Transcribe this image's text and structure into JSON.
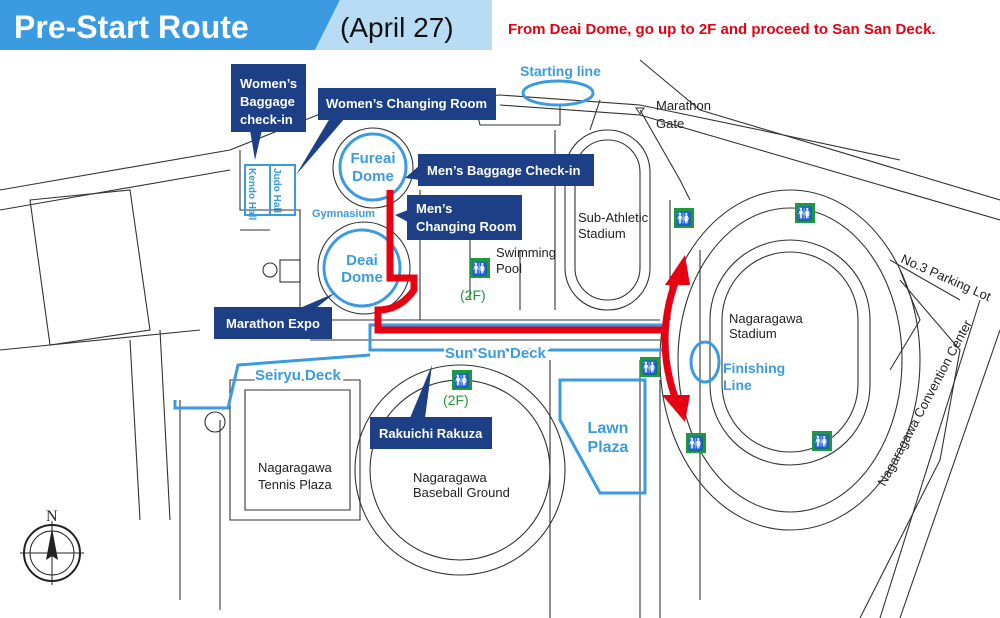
{
  "header": {
    "title": "Pre-Start Route",
    "date": "(April 27)",
    "instruction": "From Deai Dome, go up to 2F and proceed to San San Deck."
  },
  "labels": {
    "starting_line": "Starting line",
    "marathon_gate": [
      "Marathon",
      "Gate"
    ],
    "womens_baggage": [
      "Women’s",
      "Baggage",
      "check-in"
    ],
    "womens_changing": "Women’s Changing Room",
    "mens_baggage": "Men’s Baggage Check-in",
    "mens_changing": [
      "Men’s",
      "Changing Room"
    ],
    "marathon_expo": "Marathon Expo",
    "rakuichi": "Rakuichi Rakuza",
    "fureai_dome": [
      "Fureai",
      "Dome"
    ],
    "deai_dome": [
      "Deai",
      "Dome"
    ],
    "gymnasium": "Gymnasium",
    "judo_hall": "Judo Hall",
    "kendo_hall": "Kendo Hall",
    "sub_athletic": [
      "Sub-Athletic",
      "Stadium"
    ],
    "swimming_pool": [
      "Swimming",
      "Pool"
    ],
    "second_floor": "(2F)",
    "sun_sun_deck": "Sun Sun Deck",
    "seiryu_deck": "Seiryu Deck",
    "lawn_plaza": [
      "Lawn",
      "Plaza"
    ],
    "nagaragawa_stadium": [
      "Nagaragawa",
      "Stadium"
    ],
    "finishing_line": [
      "Finishing",
      "Line"
    ],
    "parking_lot": "No.3 Parking Lot",
    "convention_center": "Nagaragawa Convention Center",
    "tennis_plaza": [
      "Nagaragawa",
      "Tennis Plaza"
    ],
    "baseball_ground": [
      "Nagaragawa",
      "Baseball Ground"
    ],
    "compass_north": "N"
  },
  "colors": {
    "route": "#e60012",
    "accent": "#3a9be0",
    "navy": "#1c3f85",
    "toilet": "#1e9a3a"
  }
}
